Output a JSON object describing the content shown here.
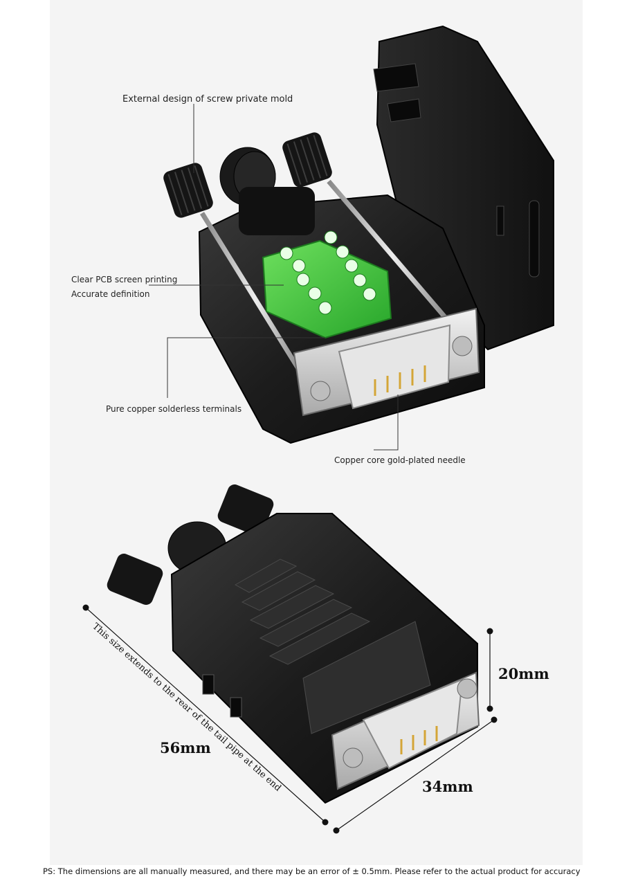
{
  "callouts": {
    "external_design": "External design of screw private mold",
    "pcb_line1": "Clear PCB screen printing",
    "pcb_line2": "Accurate definition",
    "terminals": "Pure copper solderless terminals",
    "needle": "Copper core gold-plated needle"
  },
  "dimensions": {
    "height": "20mm",
    "length": "56mm",
    "width": "34mm",
    "note": "This size extends to the rear of the tail pipe at the end"
  },
  "footnote": "PS: The dimensions are all manually measured, and there may be an error of ± 0.5mm. Please refer to the actual product for accuracy",
  "colors": {
    "housing": "#1c1c1c",
    "terminal_block": "#3ec93a",
    "metal": "#c8c8c8",
    "gold": "#d4a537",
    "background": "#f4f4f4"
  }
}
